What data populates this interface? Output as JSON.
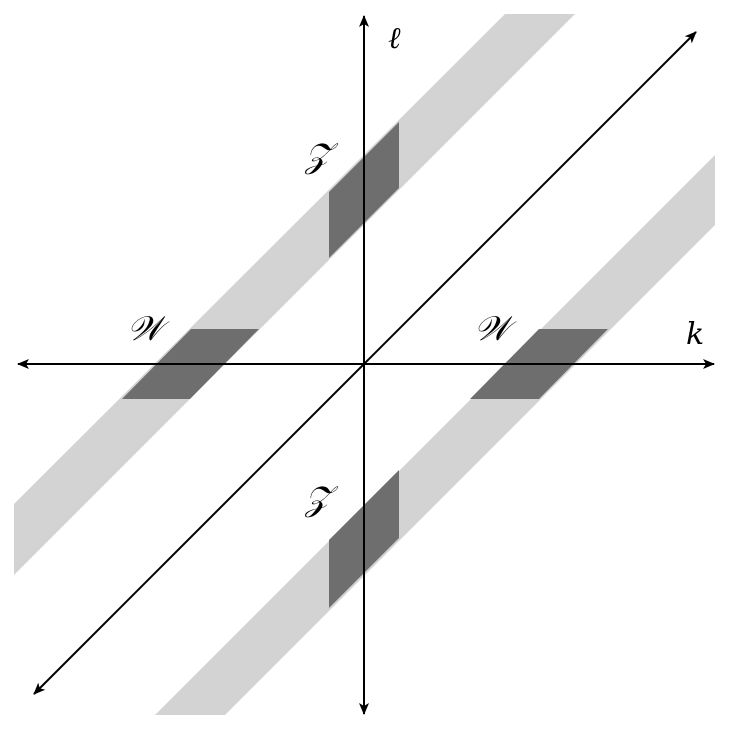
{
  "axes": {
    "horizontal_label": "k",
    "vertical_label": "ℓ"
  },
  "regions": {
    "z_upper_label": "𝒵",
    "z_lower_label": "𝒵",
    "w_left_label": "𝒲",
    "w_right_label": "𝒲"
  },
  "colors": {
    "band_light": "#d3d3d3",
    "region_dark": "#6e6e6e",
    "axis": "#000000"
  }
}
